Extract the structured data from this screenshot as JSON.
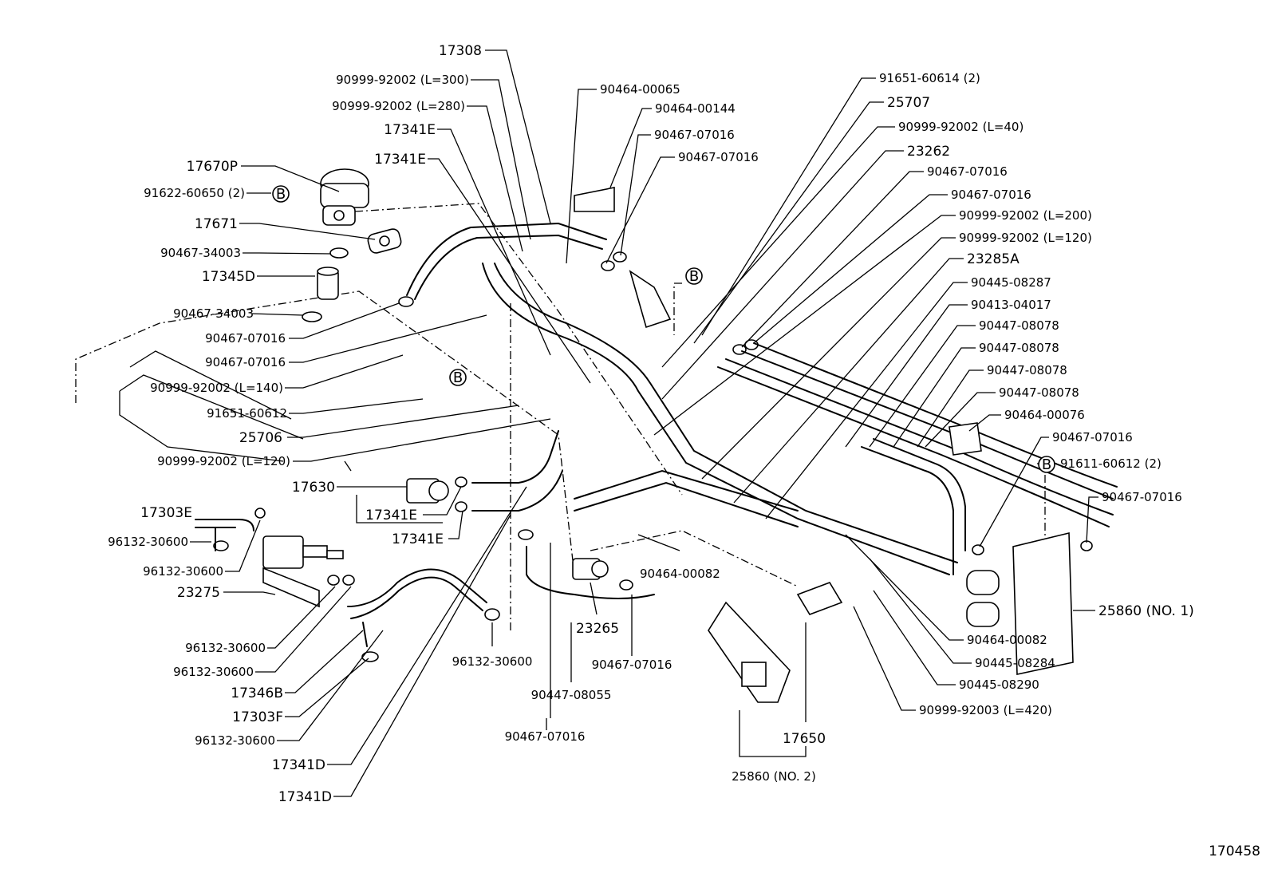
{
  "diagram_id": "170458",
  "labels": [
    {
      "text": "17308",
      "big": true
    },
    {
      "text": "90999-92002 (L=300)"
    },
    {
      "text": "90999-92002 (L=280)"
    },
    {
      "text": "17341E",
      "big": true
    },
    {
      "text": "17341E",
      "big": true
    },
    {
      "text": "17670P",
      "big": true
    },
    {
      "text": "91622-60650 (2)"
    },
    {
      "text": "17671",
      "big": true
    },
    {
      "text": "90467-34003"
    },
    {
      "text": "17345D",
      "big": true
    },
    {
      "text": "90467-34003"
    },
    {
      "text": "90467-07016"
    },
    {
      "text": "90467-07016"
    },
    {
      "text": "90999-92002 (L=140)"
    },
    {
      "text": "91651-60612"
    },
    {
      "text": "25706",
      "big": true
    },
    {
      "text": "90999-92002 (L=120)"
    },
    {
      "text": "17630",
      "big": true
    },
    {
      "text": "17341E",
      "big": true
    },
    {
      "text": "17341E",
      "big": true
    },
    {
      "text": "17303E",
      "big": true
    },
    {
      "text": "96132-30600"
    },
    {
      "text": "96132-30600"
    },
    {
      "text": "23275",
      "big": true
    },
    {
      "text": "96132-30600"
    },
    {
      "text": "96132-30600"
    },
    {
      "text": "17346B",
      "big": true
    },
    {
      "text": "17303F",
      "big": true
    },
    {
      "text": "96132-30600"
    },
    {
      "text": "17341D",
      "big": true
    },
    {
      "text": "17341D",
      "big": true
    },
    {
      "text": "96132-30600"
    },
    {
      "text": "90447-08055"
    },
    {
      "text": "90467-07016"
    },
    {
      "text": "23265",
      "big": true
    },
    {
      "text": "90467-07016"
    },
    {
      "text": "90464-00082"
    },
    {
      "text": "90464-00065"
    },
    {
      "text": "90464-00144"
    },
    {
      "text": "90467-07016"
    },
    {
      "text": "90467-07016"
    },
    {
      "text": "91651-60614 (2)"
    },
    {
      "text": "25707",
      "big": true
    },
    {
      "text": "90999-92002 (L=40)"
    },
    {
      "text": "23262",
      "big": true
    },
    {
      "text": "90467-07016"
    },
    {
      "text": "90467-07016"
    },
    {
      "text": "90999-92002 (L=200)"
    },
    {
      "text": "90999-92002 (L=120)"
    },
    {
      "text": "23285A",
      "big": true
    },
    {
      "text": "90445-08287"
    },
    {
      "text": "90413-04017"
    },
    {
      "text": "90447-08078"
    },
    {
      "text": "90447-08078"
    },
    {
      "text": "90447-08078"
    },
    {
      "text": "90447-08078"
    },
    {
      "text": "90464-00076"
    },
    {
      "text": "90467-07016"
    },
    {
      "text": "91611-60612 (2)"
    },
    {
      "text": "90467-07016"
    },
    {
      "text": "25860 (NO. 1)"
    },
    {
      "text": "90464-00082"
    },
    {
      "text": "90445-08284"
    },
    {
      "text": "90445-08290"
    },
    {
      "text": "90999-92003 (L=420)"
    },
    {
      "text": "17650",
      "big": true
    },
    {
      "text": "25860 (NO. 2)"
    }
  ],
  "reference_markers": [
    "B",
    "B",
    "B",
    "B"
  ]
}
